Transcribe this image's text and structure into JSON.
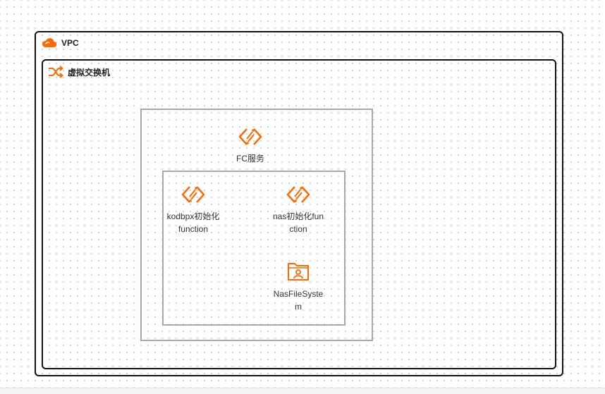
{
  "vpc": {
    "label": "VPC",
    "icon": "cloud-icon"
  },
  "vswitch": {
    "label": "虚拟交换机",
    "icon": "switch-icon"
  },
  "fc_service": {
    "label": "FC服务",
    "icon": "function-compute-icon"
  },
  "nodes": [
    {
      "label": "kodbpx初始化function",
      "icon": "function-compute-icon"
    },
    {
      "label": "nas初始化function",
      "icon": "function-compute-icon"
    },
    {
      "label": "NasFileSystem",
      "icon": "nas-file-system-icon"
    }
  ],
  "colors": {
    "accent": "#ff6a00",
    "border": "#111111",
    "group_border": "#a8a8a8"
  }
}
